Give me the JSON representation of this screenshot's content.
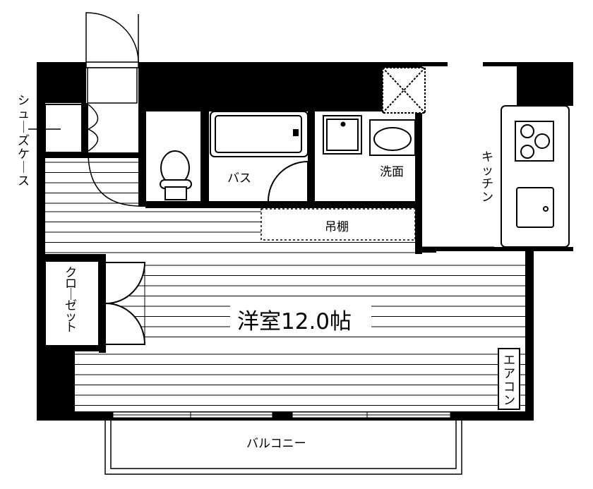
{
  "rooms": {
    "main_room": "洋室12.0帖",
    "bath": "バス",
    "washroom": "洗面",
    "kitchen": "キッチン",
    "upper_shelf": "吊棚",
    "closet": "クローゼット",
    "shoe_cabinet": "シューズケース",
    "air_conditioner": "エアコン",
    "balcony": "バルコニー"
  },
  "colors": {
    "wall": "#000000",
    "line": "#000000",
    "background": "#ffffff"
  }
}
